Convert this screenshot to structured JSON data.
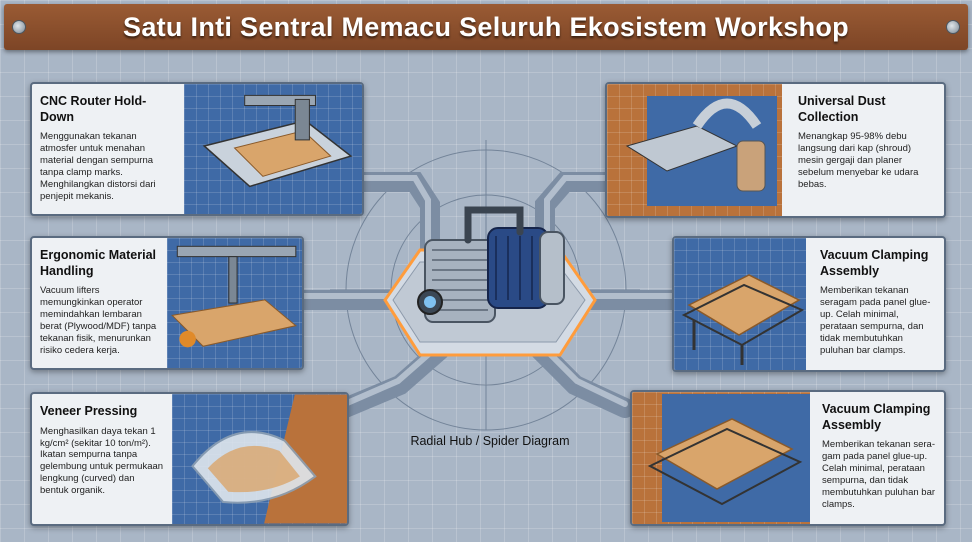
{
  "title": "Satu Inti Sentral Memacu Seluruh Ekosistem Workshop",
  "center_caption": "Radial Hub / Spider Diagram",
  "cards": {
    "cnc": {
      "title": "CNC Router Hold-Down",
      "text": "Menggunakan tekanan atmosfer untuk menahan material dengan sempurna tanpa clamp marks. Menghilangkan distorsi dari penjepit mekanis."
    },
    "dust": {
      "title": "Universal Dust Collection",
      "text": "Menangkap 95-98% debu langsung dari kap (shroud) mesin gergaji dan planer sebelum menyebar ke udara bebas."
    },
    "ergo": {
      "title": "Ergonomic Material Handling",
      "text": "Vacuum lifters memungkinkan operator memindahkan lembaran berat (Plywood/MDF) tanpa tekanan fisik, menurunkan risiko cedera kerja."
    },
    "clamp1": {
      "title": "Vacuum Clamping Assembly",
      "text": "Memberikan tekanan seragam pada panel glue-up. Celah minimal, perataan sempurna, dan tidak membutuhkan puluhan bar clamps."
    },
    "veneer": {
      "title": "Veneer Pressing",
      "text": "Menghasilkan daya tekan 1 kg/cm² (sekitar 10 ton/m²). Ikatan sempurna tanpa gelembung untuk permukaan lengkung (curved) dan bentuk organik."
    },
    "clamp2": {
      "title": "Vacuum Clamping Assembly",
      "text": "Memberikan tekanan sera-gam pada panel glue-up. Celah minimal, perataan sempurna, dan tidak membutuhkan puluhan bar clamps."
    }
  }
}
